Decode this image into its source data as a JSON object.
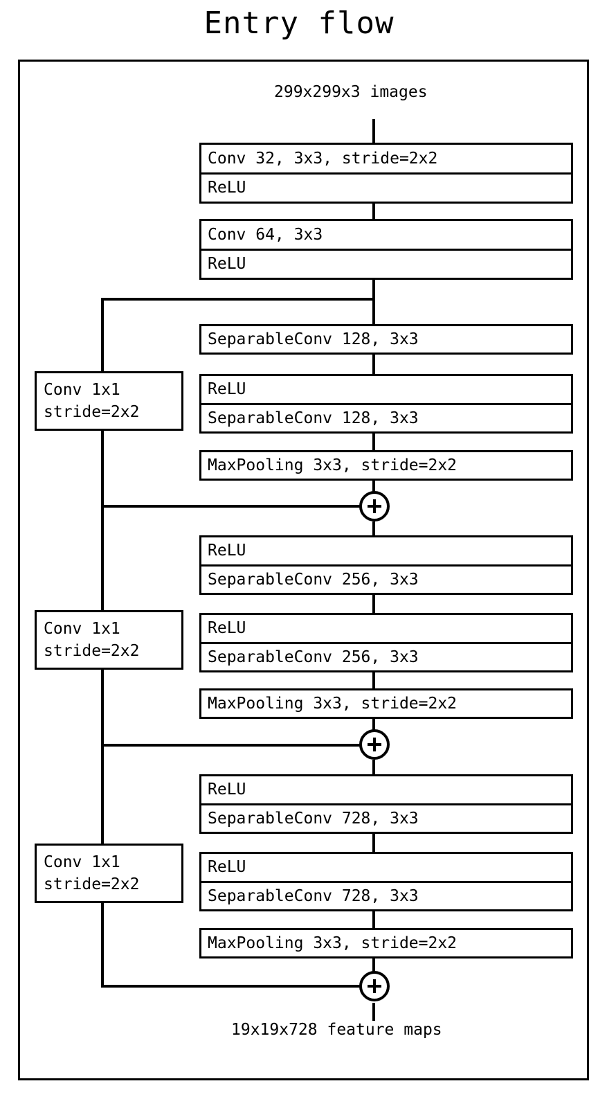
{
  "title": "Entry flow",
  "input_label": "299x299x3 images",
  "output_label": "19x19x728 feature maps",
  "colors": {
    "stroke": "#000000",
    "background": "#ffffff"
  },
  "stem_blocks": [
    {
      "rows": [
        "Conv 32, 3x3, stride=2x2",
        "ReLU"
      ]
    },
    {
      "rows": [
        "Conv 64, 3x3",
        "ReLU"
      ]
    }
  ],
  "residual_blocks": [
    {
      "skip": {
        "line1": "Conv 1x1",
        "line2": "stride=2x2"
      },
      "groups": [
        {
          "rows": [
            "SeparableConv 128, 3x3"
          ]
        },
        {
          "rows": [
            "ReLU",
            "SeparableConv 128, 3x3"
          ]
        },
        {
          "rows": [
            "MaxPooling 3x3, stride=2x2"
          ]
        }
      ],
      "merge": "+"
    },
    {
      "skip": {
        "line1": "Conv 1x1",
        "line2": "stride=2x2"
      },
      "groups": [
        {
          "rows": [
            "ReLU",
            "SeparableConv 256, 3x3"
          ]
        },
        {
          "rows": [
            "ReLU",
            "SeparableConv 256, 3x3"
          ]
        },
        {
          "rows": [
            "MaxPooling 3x3, stride=2x2"
          ]
        }
      ],
      "merge": "+"
    },
    {
      "skip": {
        "line1": "Conv 1x1",
        "line2": "stride=2x2"
      },
      "groups": [
        {
          "rows": [
            "ReLU",
            "SeparableConv 728, 3x3"
          ]
        },
        {
          "rows": [
            "ReLU",
            "SeparableConv 728, 3x3"
          ]
        },
        {
          "rows": [
            "MaxPooling 3x3, stride=2x2"
          ]
        }
      ],
      "merge": "+"
    }
  ]
}
